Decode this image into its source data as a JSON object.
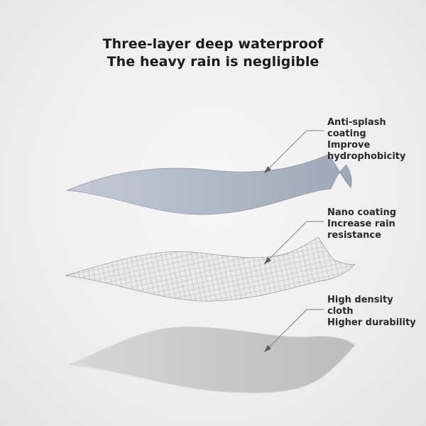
{
  "headline": {
    "line1": "Three-layer deep waterproof",
    "line2": "The heavy rain is negligible"
  },
  "layers": [
    {
      "name": "anti-splash-coating",
      "lines": [
        "Anti-splash",
        "coating",
        "Improve",
        "hydrophobicity"
      ]
    },
    {
      "name": "nano-coating",
      "lines": [
        "Nano coating",
        "Increase rain",
        "resistance"
      ]
    },
    {
      "name": "high-density-cloth",
      "lines": [
        "High density",
        "cloth",
        "Higher durability"
      ]
    }
  ],
  "colors": {
    "background": "#efefef",
    "text": "#1b1b1b",
    "top_layer": "#aeb6c3",
    "mesh_layer": "#d9d9d9",
    "cloth_layer": "#cfcfcf",
    "leader_line": "#7a7a7a"
  }
}
